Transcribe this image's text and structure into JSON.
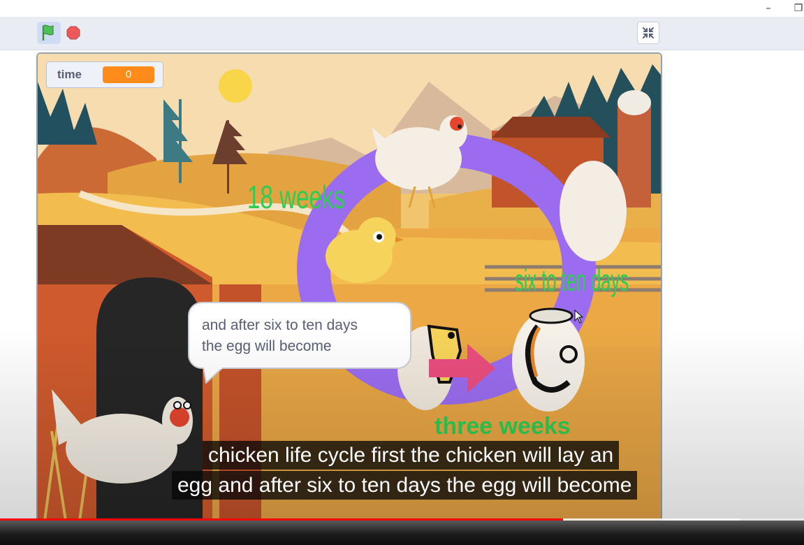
{
  "window": {
    "minimize_glyph": "–",
    "restore_glyph": "❐"
  },
  "toolbar": {
    "green_flag_icon": "green-flag-icon",
    "stop_icon": "stop-icon",
    "fullscreen_icon": "exit-fullscreen-icon"
  },
  "monitor": {
    "label": "time",
    "value": "0"
  },
  "stage": {
    "label_18_weeks": "18 weeks",
    "label_six_to_ten": "six to ten days",
    "label_three_weeks": "three weeks",
    "speech_line1": "and after six to ten days",
    "speech_line2": "the egg will become"
  },
  "captions": {
    "line1": "chicken life cycle first the chicken will lay an",
    "line2": "egg and after six to ten days the egg will become"
  },
  "video": {
    "progress_fraction": 0.7
  },
  "colors": {
    "scratch_orange": "#ff8c1a",
    "cycle_purple": "#9b6cf0",
    "label_green": "#2ecc52",
    "progress_red": "#ff0000"
  }
}
